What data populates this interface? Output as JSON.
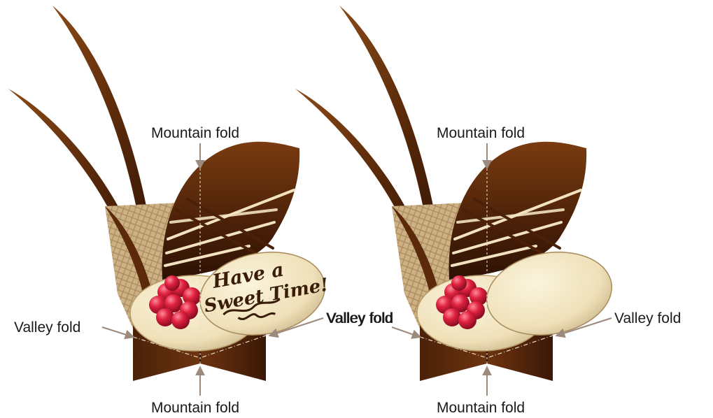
{
  "panels": [
    {
      "labels": {
        "mountain_top": "Mountain fold",
        "valley_left": "Valley fold",
        "valley_right": "Valley fold",
        "mountain_bottom": "Mountain fold"
      },
      "plaque_text_line1": "Have a",
      "plaque_text_line2": "Sweet Time!"
    },
    {
      "labels": {
        "mountain_top": "Mountain fold",
        "valley_left": "Valley fold",
        "valley_right": "Valley fold",
        "mountain_bottom": "Mountain fold"
      },
      "plaque_text_line1": "",
      "plaque_text_line2": ""
    }
  ],
  "colors": {
    "chocolate_dark": "#3d1a05",
    "chocolate": "#6b3410",
    "cream": "#f2e6c4",
    "raspberry": "#d01a3c",
    "wafer": "#c9ad80",
    "arrow": "#9c8a7e"
  }
}
